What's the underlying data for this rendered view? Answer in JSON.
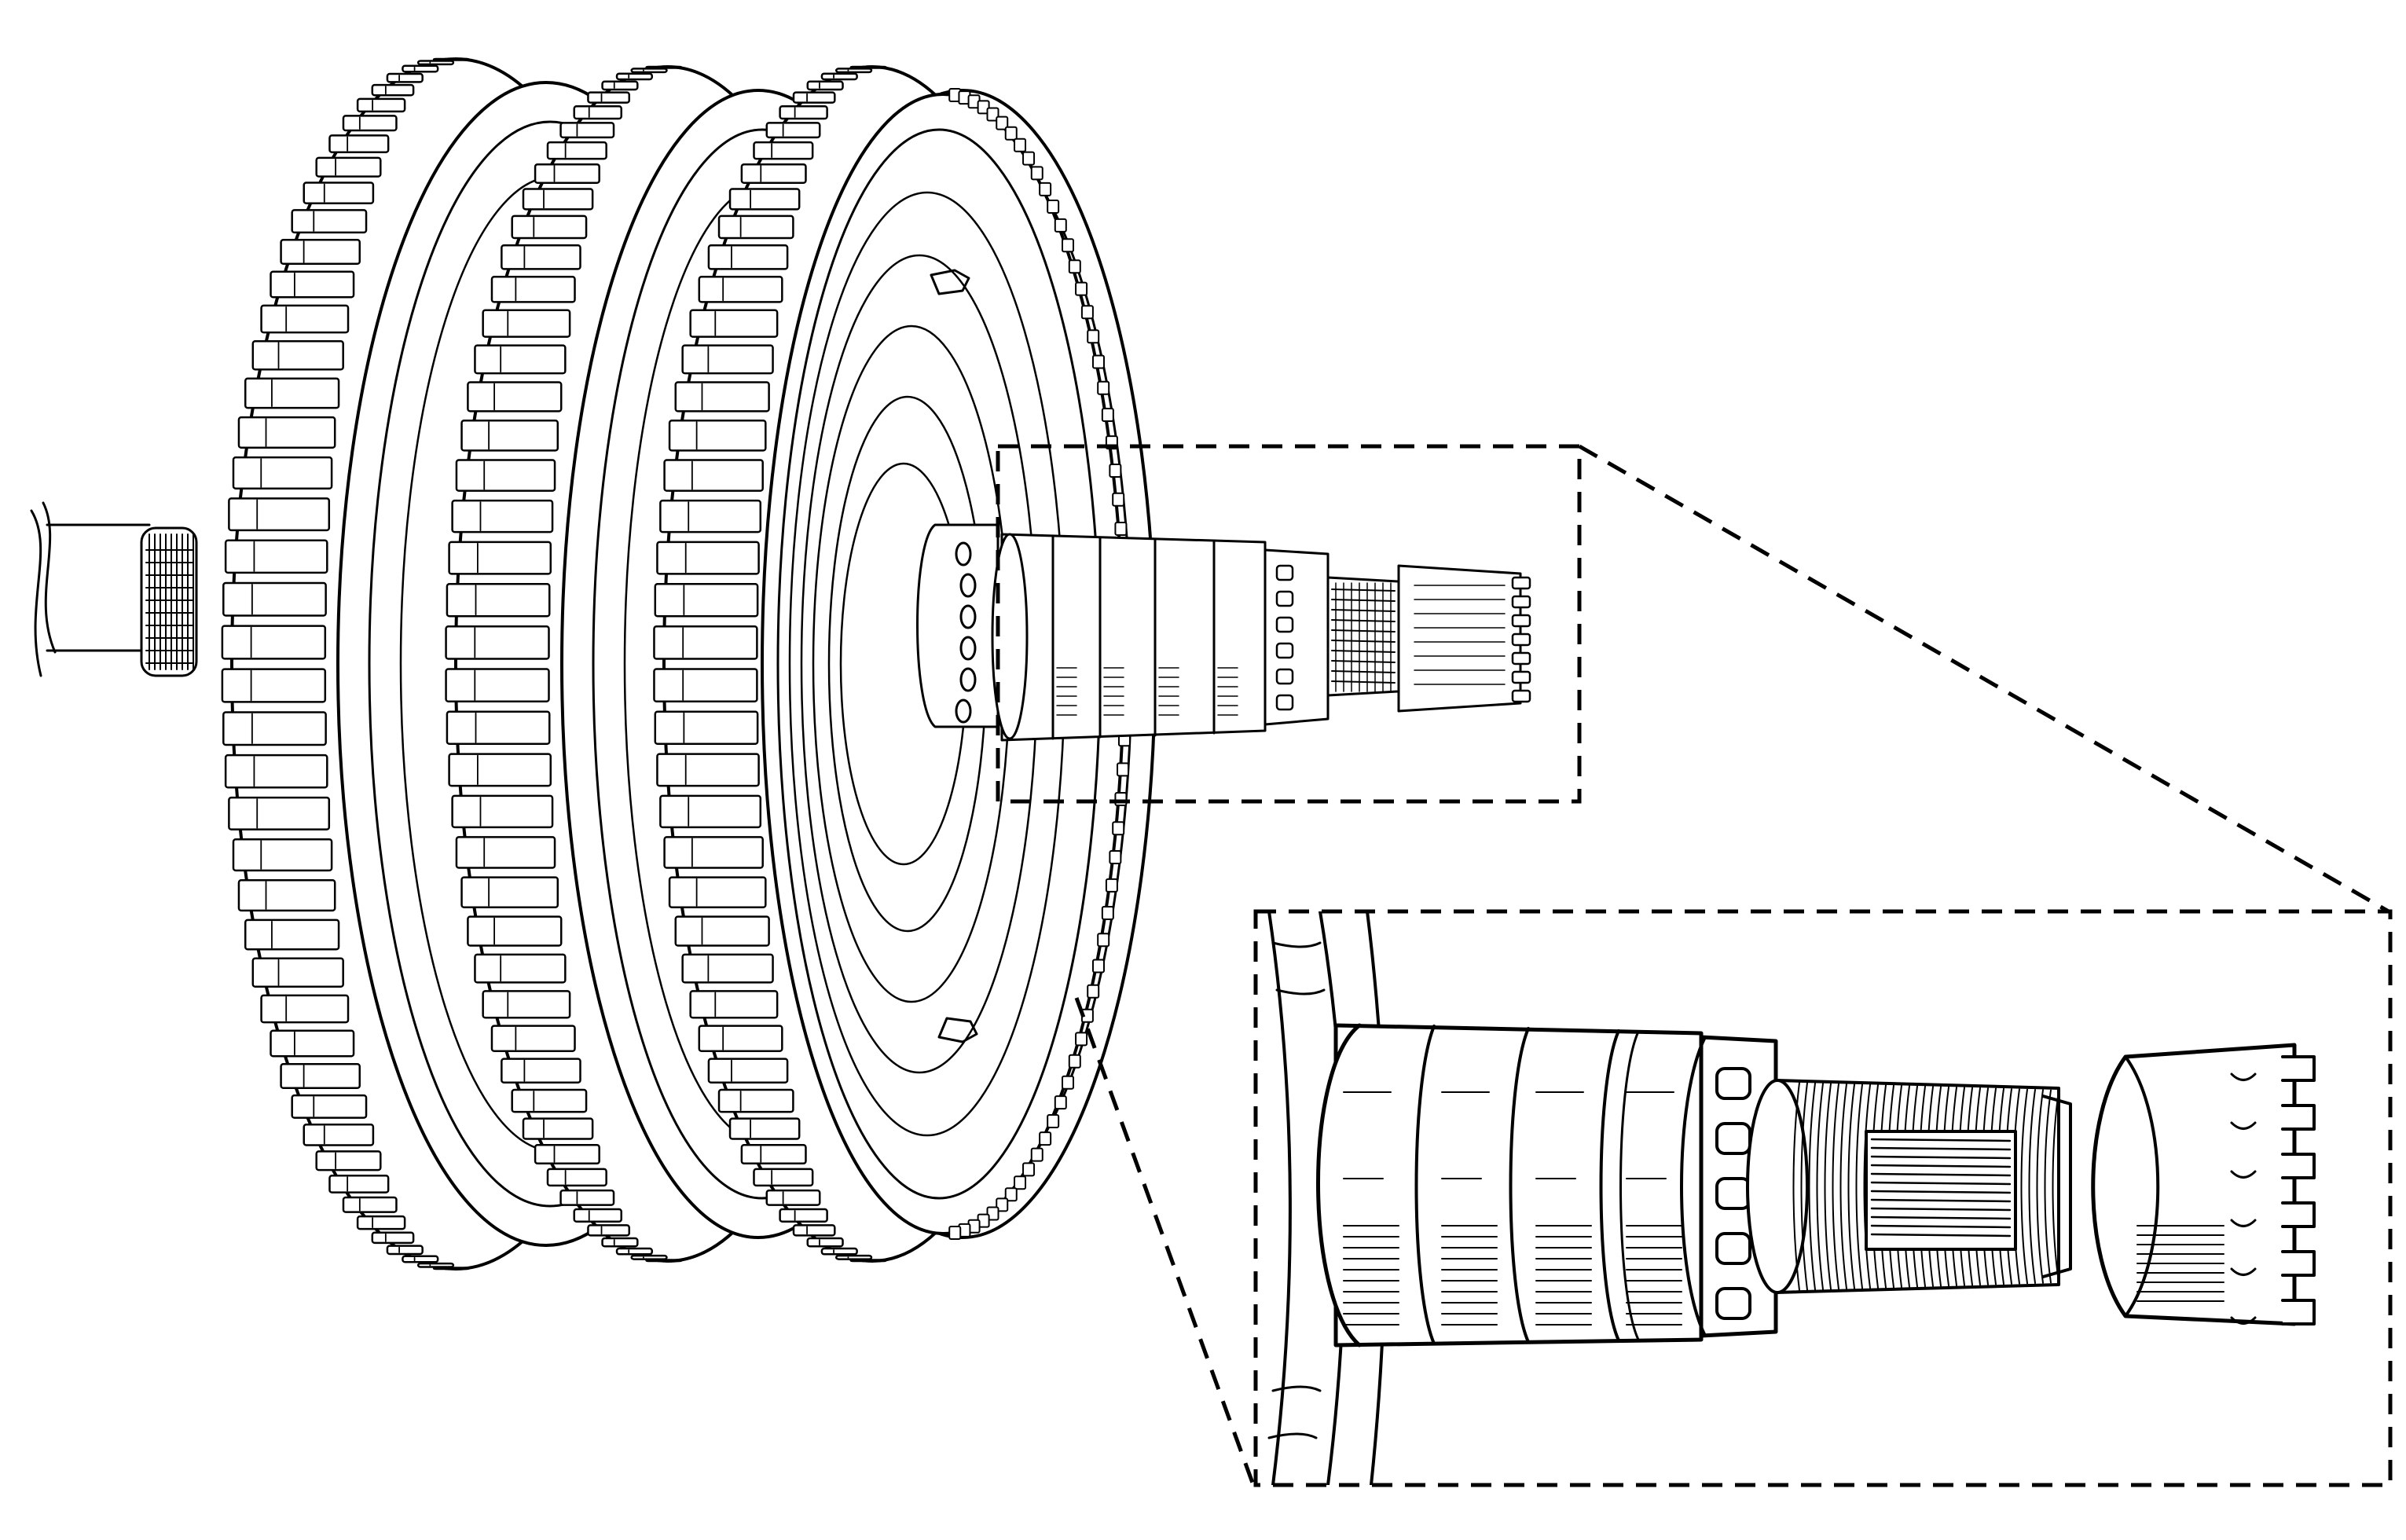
{
  "figure": {
    "background": "#ffffff",
    "line_color": "#000000",
    "assembly": {
      "drums": [
        {
          "name": "drum-1",
          "teeth": 44
        },
        {
          "name": "drum-2",
          "teeth": 44
        },
        {
          "name": "drum-3",
          "teeth": 44
        }
      ],
      "front_plate_notches": 60,
      "hub_holes": 6
    },
    "callout": {
      "style": "dashed",
      "source_box": "spline-shaft-end",
      "detail_view": "magnified-shaft-end"
    }
  }
}
